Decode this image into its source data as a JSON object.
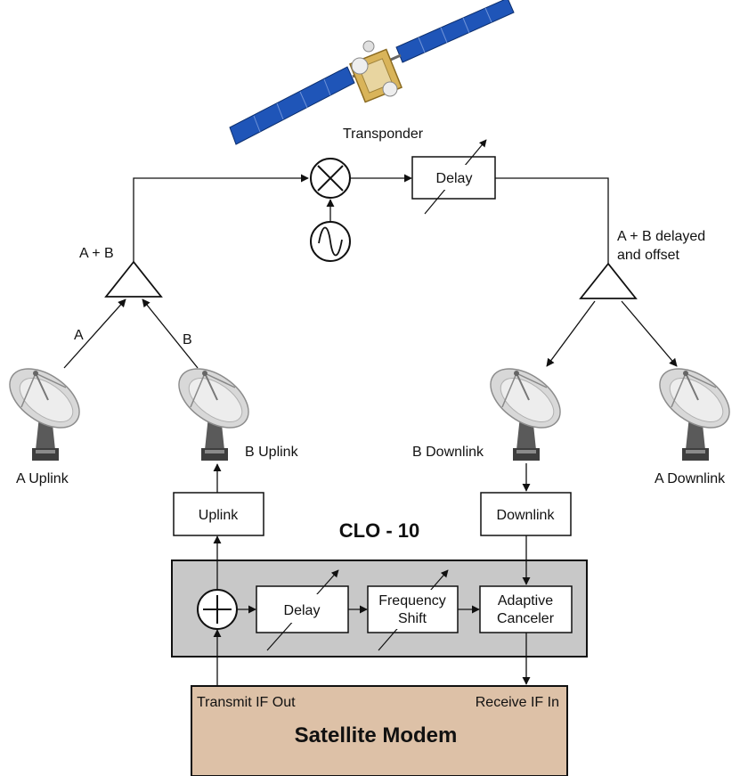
{
  "satellite": {
    "label": "Transponder"
  },
  "transponder_delay": {
    "label": "Delay"
  },
  "uplink_sum": {
    "label": "A + B"
  },
  "downlink_sum": {
    "label_line1": "A + B delayed",
    "label_line2": "and offset"
  },
  "signals": {
    "a": "A",
    "b": "B"
  },
  "antennas": {
    "a_uplink": "A Uplink",
    "b_uplink": "B Uplink",
    "b_downlink": "B Downlink",
    "a_downlink": "A Downlink"
  },
  "boxes": {
    "uplink": "Uplink",
    "downlink": "Downlink"
  },
  "clo": {
    "title": "CLO - 10",
    "delay": "Delay",
    "freq_line1": "Frequency",
    "freq_line2": "Shift",
    "canceler_line1": "Adaptive",
    "canceler_line2": "Canceler"
  },
  "modem": {
    "title": "Satellite Modem",
    "transmit": "Transmit IF Out",
    "receive": "Receive IF In"
  },
  "colors": {
    "clo_panel": "#c8c8c8",
    "modem_panel": "#ddc1a7",
    "solar_panel": "#1f55b8"
  }
}
